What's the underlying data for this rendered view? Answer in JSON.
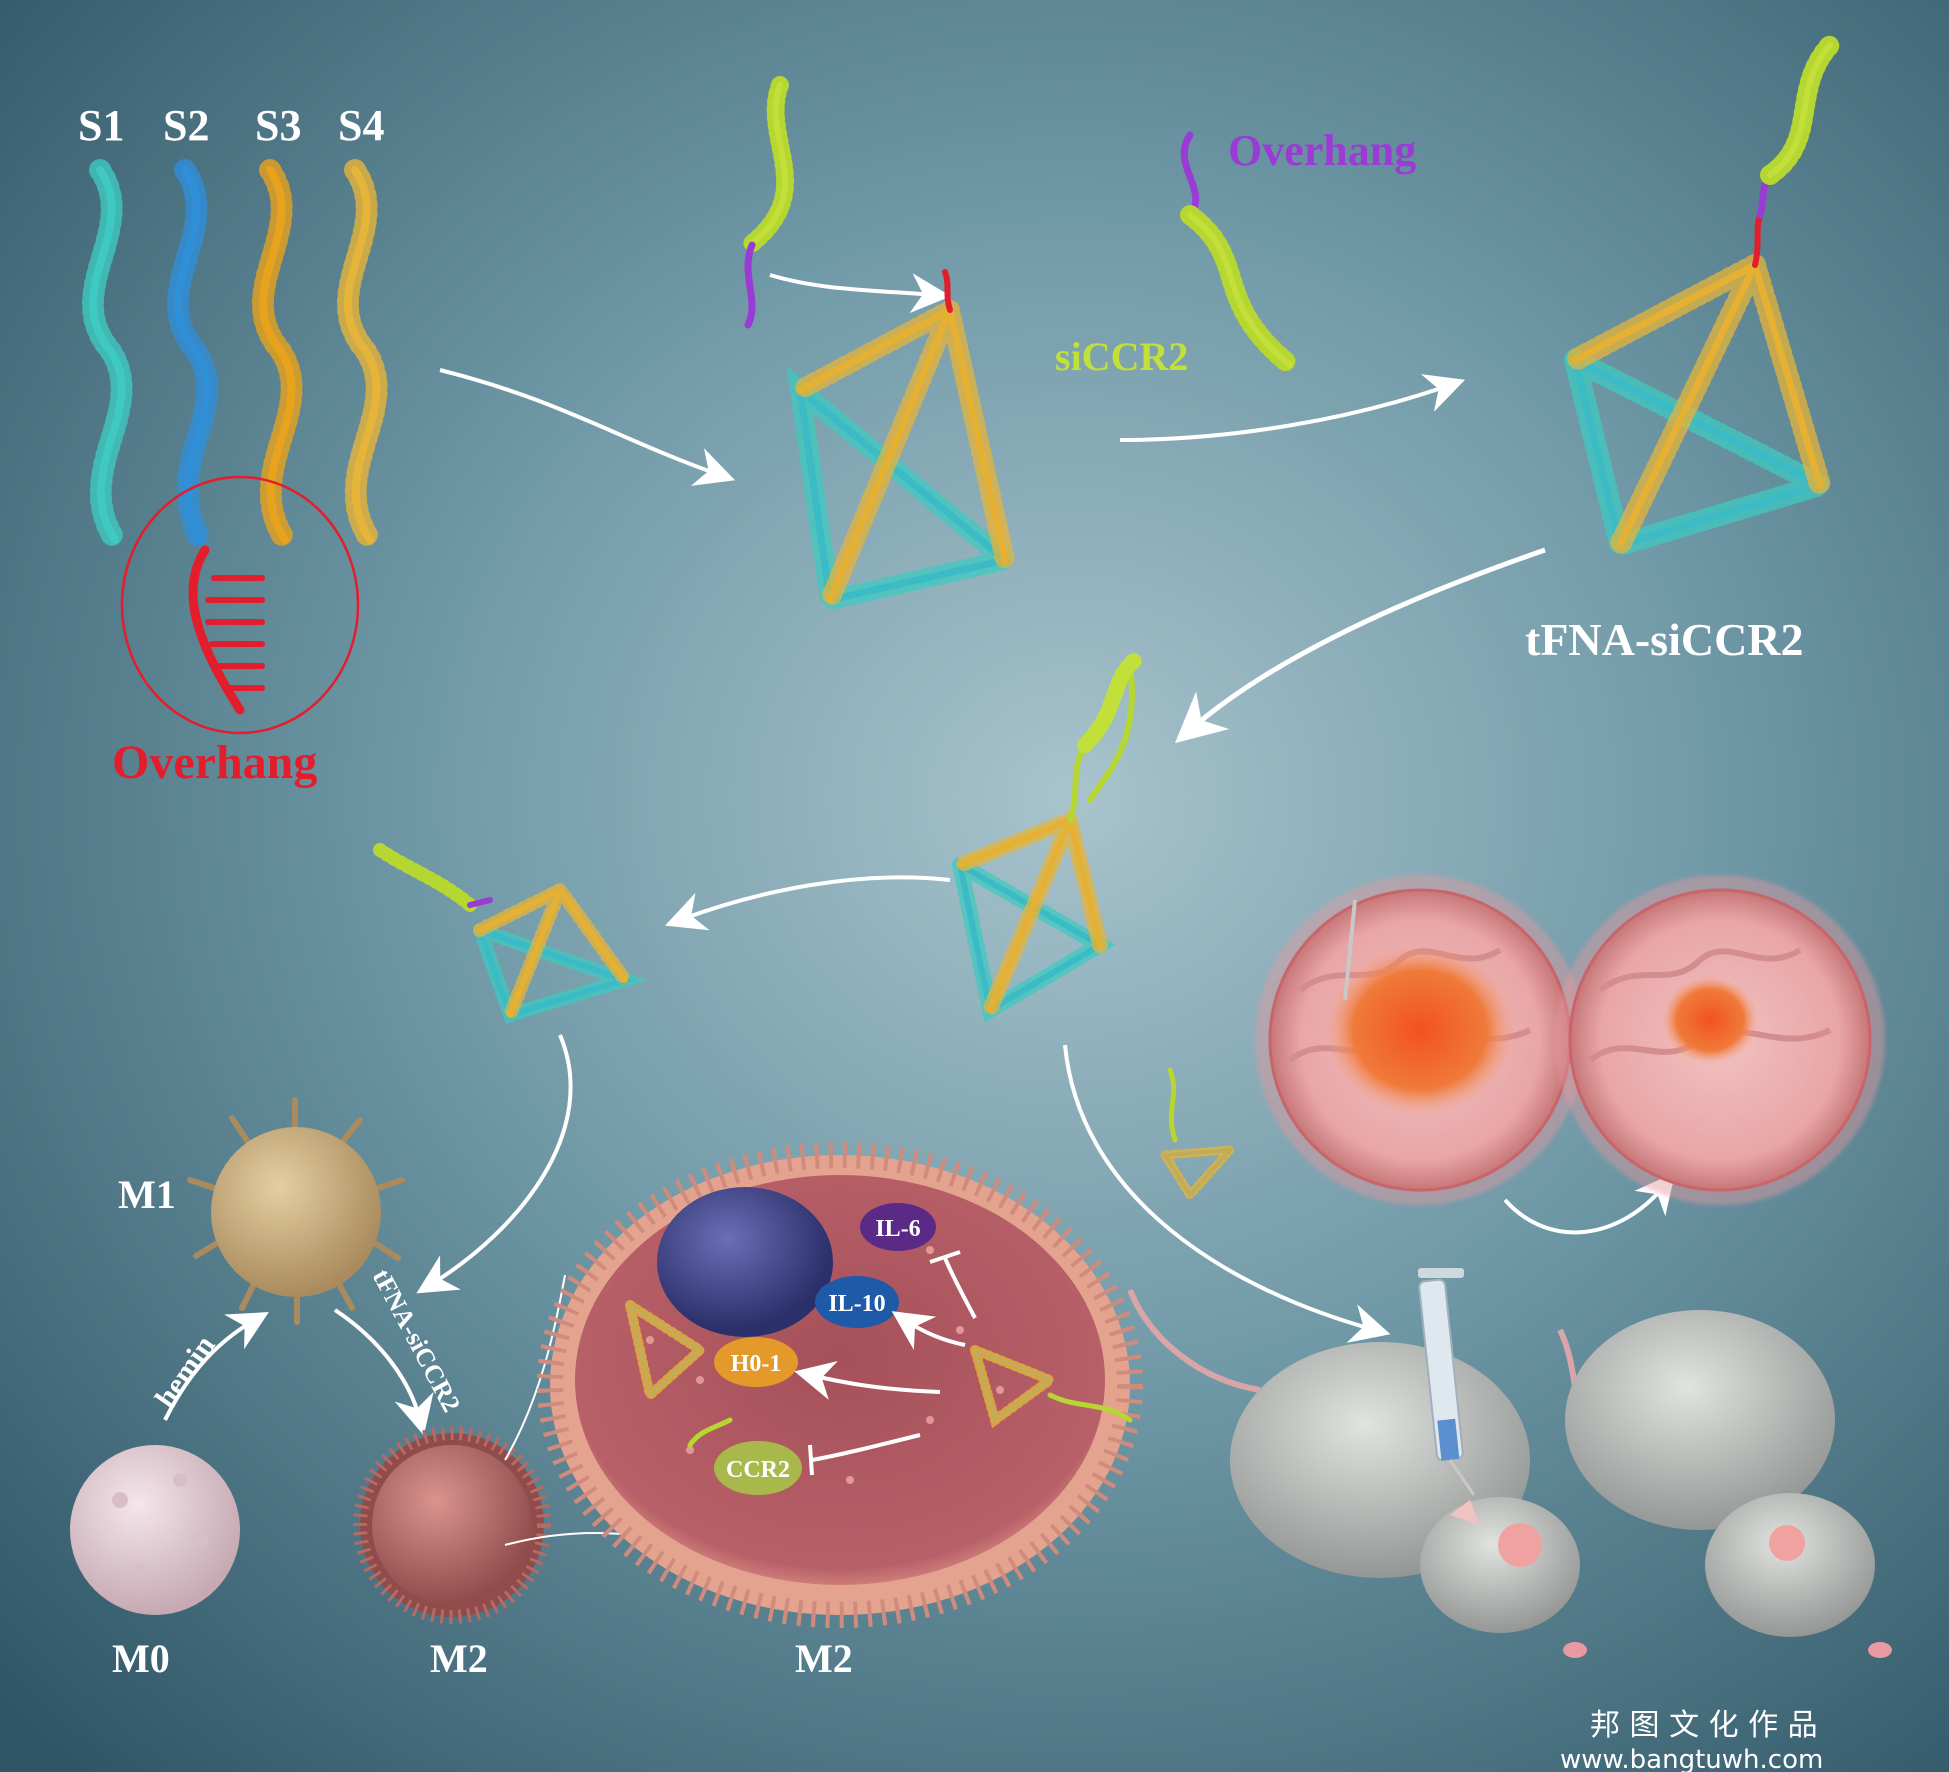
{
  "strands": {
    "s1": "S1",
    "s2": "S2",
    "s3": "S3",
    "s4": "S4",
    "colors": {
      "s1": "#3fc9c0",
      "s2": "#2f8fd8",
      "s3": "#e8a21c",
      "s4": "#e6b43a",
      "overhang": "#e31d2c",
      "sirna": "#b6d631",
      "purple": "#9b3bd6"
    }
  },
  "labels": {
    "overhang_red": "Overhang",
    "overhang_purple": "Overhang",
    "sirna": "siCCR2",
    "product": "tFNA-siCCR2",
    "m0": "M0",
    "m1": "M1",
    "m2_small": "M2",
    "m2_large": "M2",
    "hemin": "hemin",
    "treatment": "tFNA-siCCR2"
  },
  "markers": {
    "il6": "IL-6",
    "il10": "IL-10",
    "ho1": "H0-1",
    "ccr2": "CCR2",
    "colors": {
      "il6": "#5a2a86",
      "il10": "#1f5aa8",
      "ho1": "#e39a2a",
      "ccr2": "#a9b84a"
    }
  },
  "watermark": {
    "cn": "邦 图 文 化 作 品",
    "url": "www.bangtuwh.com"
  }
}
